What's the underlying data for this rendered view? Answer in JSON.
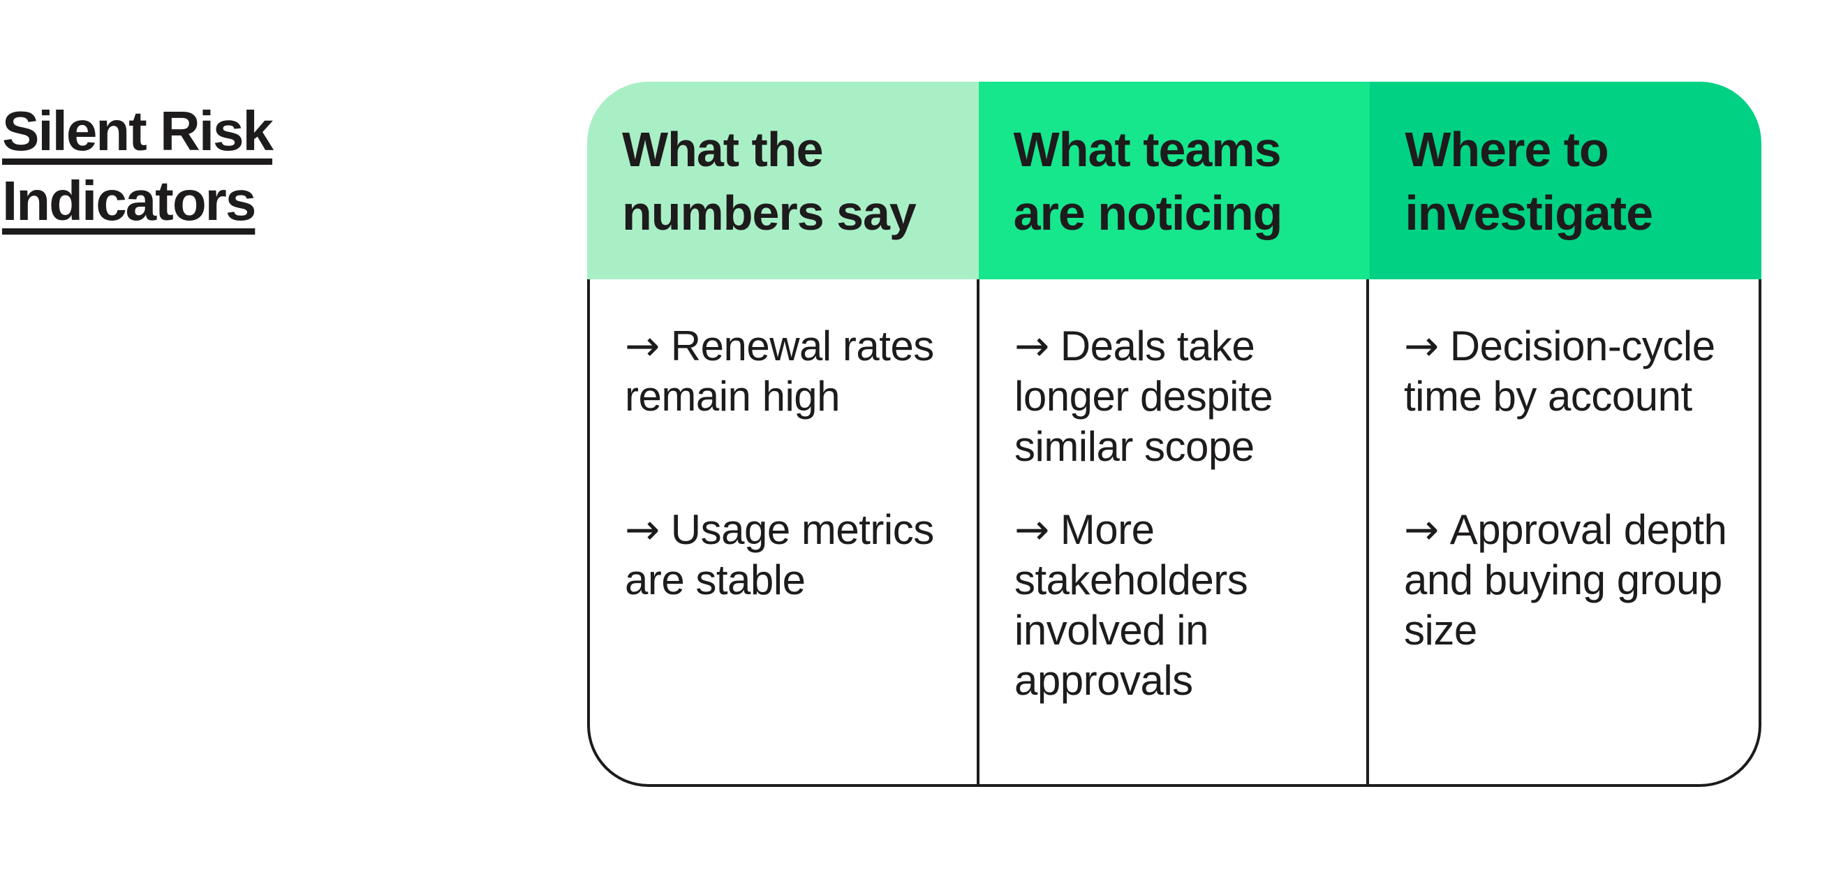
{
  "page": {
    "background_color": "#ffffff",
    "text_color": "#1d1b1c",
    "border_color": "#1d1b1c"
  },
  "title": {
    "text": "Silent Risk Indicators"
  },
  "table": {
    "bullet_glyph": "→",
    "columns": [
      {
        "header": "What the numbers say",
        "header_bg": "#a9efc6",
        "items": [
          "Renewal rates remain high",
          "Usage metrics are stable"
        ]
      },
      {
        "header": "What teams are noticing",
        "header_bg": "#16e68c",
        "items": [
          "Deals take longer despite similar scope",
          "More stakeholders involved in approvals"
        ]
      },
      {
        "header": "Where to investigate",
        "header_bg": "#00d183",
        "items": [
          "Decision-cycle time by account",
          "Approval depth and buying group size"
        ]
      }
    ]
  }
}
